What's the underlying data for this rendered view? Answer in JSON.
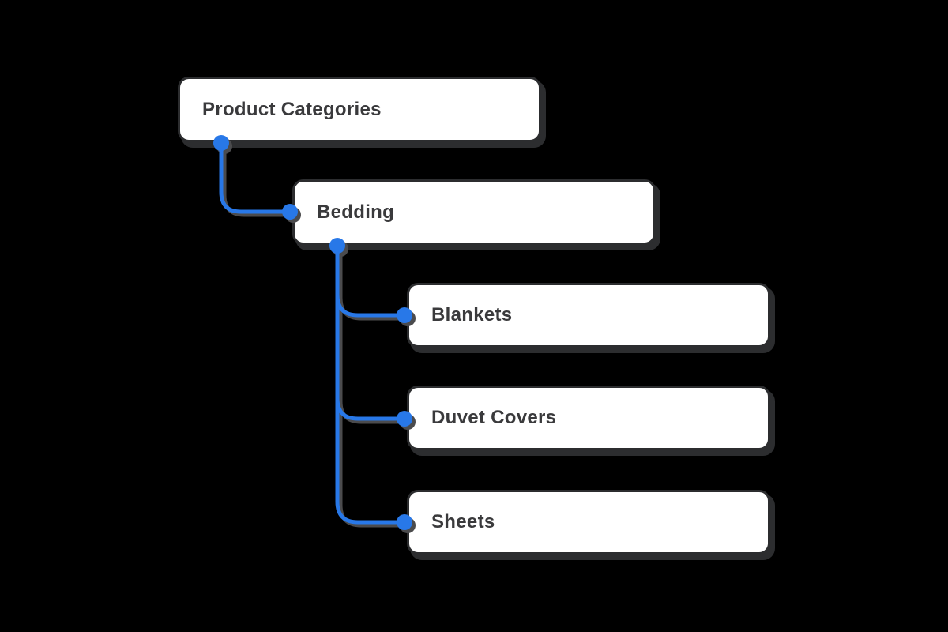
{
  "diagram": {
    "type": "tree",
    "nodes": [
      {
        "id": "product-categories",
        "label": "Product Categories",
        "parent": null,
        "level": 0
      },
      {
        "id": "bedding",
        "label": "Bedding",
        "parent": "product-categories",
        "level": 1
      },
      {
        "id": "blankets",
        "label": "Blankets",
        "parent": "bedding",
        "level": 2
      },
      {
        "id": "duvet-covers",
        "label": "Duvet Covers",
        "parent": "bedding",
        "level": 2
      },
      {
        "id": "sheets",
        "label": "Sheets",
        "parent": "bedding",
        "level": 2
      }
    ],
    "edges": [
      {
        "from": "product-categories",
        "to": "bedding"
      },
      {
        "from": "bedding",
        "to": "blankets"
      },
      {
        "from": "bedding",
        "to": "duvet-covers"
      },
      {
        "from": "bedding",
        "to": "sheets"
      }
    ]
  },
  "colors": {
    "background": "#000000",
    "node_fill": "#ffffff",
    "node_border": "#2c2d2f",
    "connector": "#2878e8",
    "connector_shadow": "#4b4b4d",
    "text": "#3a3a3c"
  }
}
